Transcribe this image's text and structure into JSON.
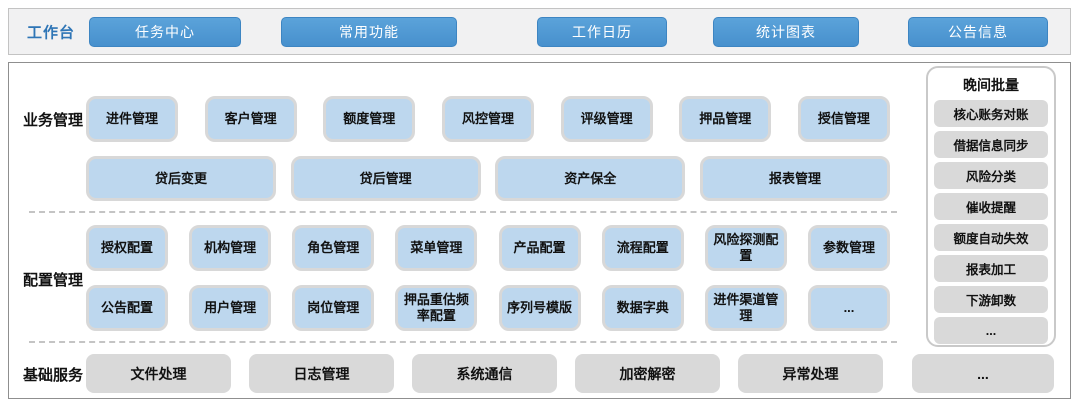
{
  "workbench": {
    "label": "工作台",
    "buttons": [
      "任务中心",
      "常用功能",
      "工作日历",
      "统计图表",
      "公告信息"
    ]
  },
  "sections": {
    "business": {
      "label": "业务管理",
      "row1": [
        "进件管理",
        "客户管理",
        "额度管理",
        "风控管理",
        "评级管理",
        "押品管理",
        "授信管理"
      ],
      "row2": [
        "贷后变更",
        "贷后管理",
        "资产保全",
        "报表管理"
      ]
    },
    "config": {
      "label": "配置管理",
      "row1": [
        "授权配置",
        "机构管理",
        "角色管理",
        "菜单管理",
        "产品配置",
        "流程配置",
        "风险探测配置",
        "参数管理"
      ],
      "row2": [
        "公告配置",
        "用户管理",
        "岗位管理",
        "押品重估频率配置",
        "序列号模版",
        "数据字典",
        "进件渠道管理",
        "..."
      ]
    },
    "base": {
      "label": "基础服务",
      "items": [
        "文件处理",
        "日志管理",
        "系统通信",
        "加密解密",
        "异常处理"
      ],
      "more": "..."
    },
    "batch": {
      "title": "晚间批量",
      "items": [
        "核心账务对账",
        "借据信息同步",
        "风险分类",
        "催收提醒",
        "额度自动失效",
        "报表加工",
        "下游卸数",
        "..."
      ]
    }
  },
  "colors": {
    "accent_blue": "#4790cd",
    "module_light_blue": "#bdd7ee",
    "service_gray": "#d9d9d9",
    "workbench_label_blue": "#2e75b6"
  }
}
